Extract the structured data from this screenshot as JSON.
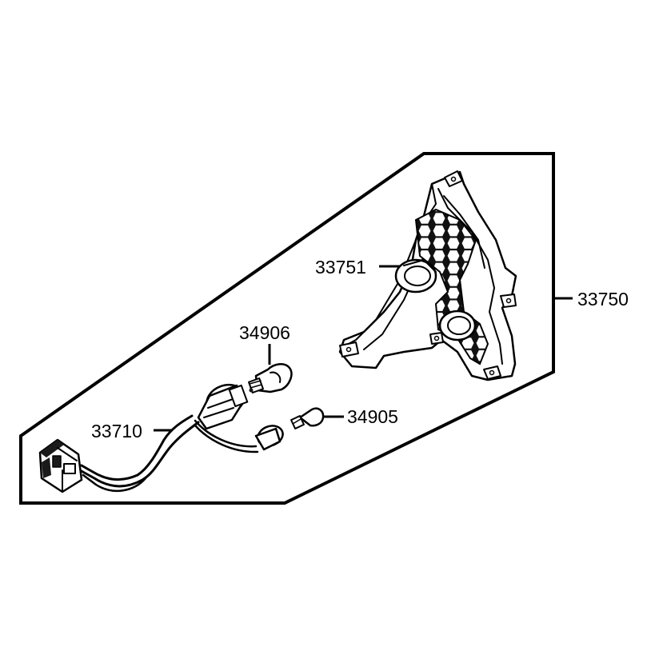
{
  "parts": {
    "p33751": "33751",
    "p33750": "33750",
    "p34906": "34906",
    "p34905": "34905",
    "p33710": "33710"
  },
  "icons": {
    "housing": "rear-light-housing",
    "socket_harness": "bulb-socket-wiring-harness",
    "bulb_large": "turn-signal-bulb",
    "bulb_small": "wedge-bulb",
    "connector": "wire-connector"
  },
  "colors": {
    "ink": "#000000",
    "background": "#ffffff"
  }
}
